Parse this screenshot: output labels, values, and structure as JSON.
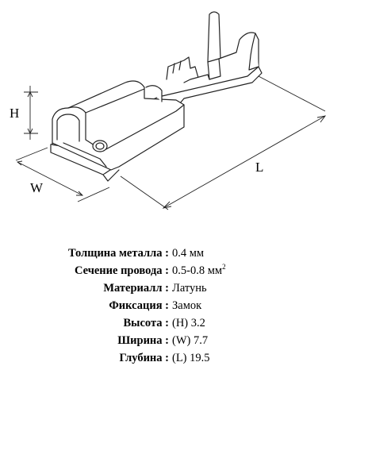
{
  "diagram": {
    "dimension_labels": {
      "height": "H",
      "width": "W",
      "length": "L"
    }
  },
  "specs": [
    {
      "label": "Толщина металла :",
      "value": "0.4 мм",
      "sup": ""
    },
    {
      "label": "Сечение провода :",
      "value": "0.5-0.8 мм",
      "sup": "2"
    },
    {
      "label": "Материалл :",
      "value": "Латунь",
      "sup": ""
    },
    {
      "label": "Фиксация :",
      "value": "Замок",
      "sup": ""
    },
    {
      "label": "Высота :",
      "value": "(H) 3.2",
      "sup": ""
    },
    {
      "label": "Ширина :",
      "value": "(W) 7.7",
      "sup": ""
    },
    {
      "label": "Глубина :",
      "value": "(L) 19.5",
      "sup": ""
    }
  ]
}
